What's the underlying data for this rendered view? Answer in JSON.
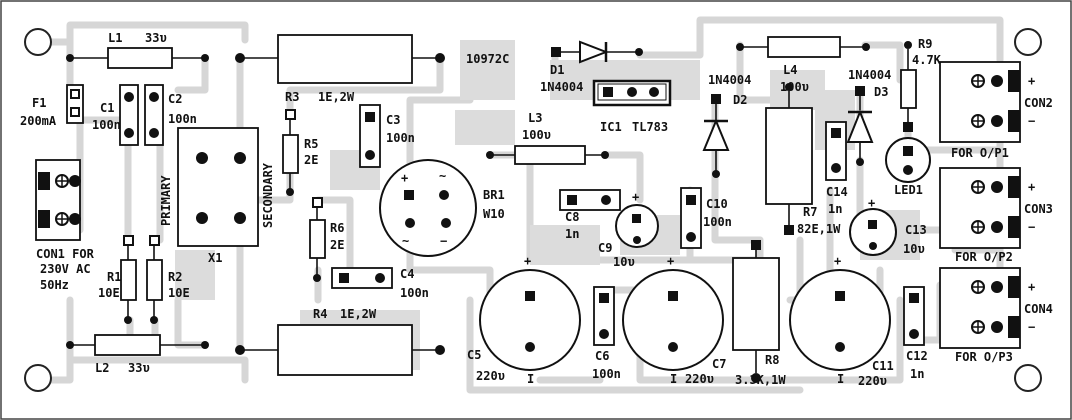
{
  "board_code": "10972C",
  "labels": {
    "L1": "L1",
    "L1_val": "33υ",
    "F1": "F1",
    "F1_val": "200mA",
    "C1": "C1",
    "C1_val": "100n",
    "C2": "C2",
    "C2_val": "100n",
    "CON1": "CON1 FOR",
    "CON1_l2": "230V AC",
    "CON1_l3": "50Hz",
    "R1": "R1",
    "R1_val": "10E",
    "R2": "R2",
    "R2_val": "10E",
    "L2": "L2",
    "L2_val": "33υ",
    "X1": "X1",
    "primary": "PRIMARY",
    "secondary": "SECONDARY",
    "R3": "R3",
    "R3_val": "1E,2W",
    "R5": "R5",
    "R5_val": "2E",
    "R6": "R6",
    "R6_val": "2E",
    "C3": "C3",
    "C3_val": "100n",
    "C4": "C4",
    "C4_val": "100n",
    "R4": "R4",
    "R4_val": "1E,2W",
    "BR1": "BR1",
    "BR1_val": "W10",
    "D1": "D1",
    "D1_val": "1N4004",
    "IC1": "IC1",
    "IC1_val": "TL783",
    "L3": "L3",
    "L3_val": "100υ",
    "C8": "C8",
    "C8_val": "1n",
    "C9": "C9",
    "C9_val": "10υ",
    "C10": "C10",
    "C10_val": "100n",
    "C5": "C5",
    "C5_val": "220υ",
    "C6": "C6",
    "C6_val": "100n",
    "C7": "C7",
    "C7_val": "220υ",
    "D2": "D2",
    "D2_val": "1N4004",
    "L4": "L4",
    "L4_val": "100υ",
    "R7": "R7",
    "R7_val": "82E,1W",
    "R8": "R8",
    "R8_val": "3.3K,1W",
    "D3": "D3",
    "D3_val": "1N4004",
    "R9": "R9",
    "R9_val": "4.7K",
    "C14": "C14",
    "C14_val": "1n",
    "LED1": "LED1",
    "C13": "C13",
    "C13_val": "10υ",
    "C11": "C11",
    "C11_val": "220υ",
    "C12": "C12",
    "C12_val": "1n",
    "CON2": "CON2",
    "CON2_note": "FOR O/P1",
    "CON3": "CON3",
    "CON3_note": "FOR O/P2",
    "CON4": "CON4",
    "CON4_note": "FOR O/P3",
    "plus": "+",
    "minus": "−",
    "tilde": "~",
    "one": "I"
  }
}
